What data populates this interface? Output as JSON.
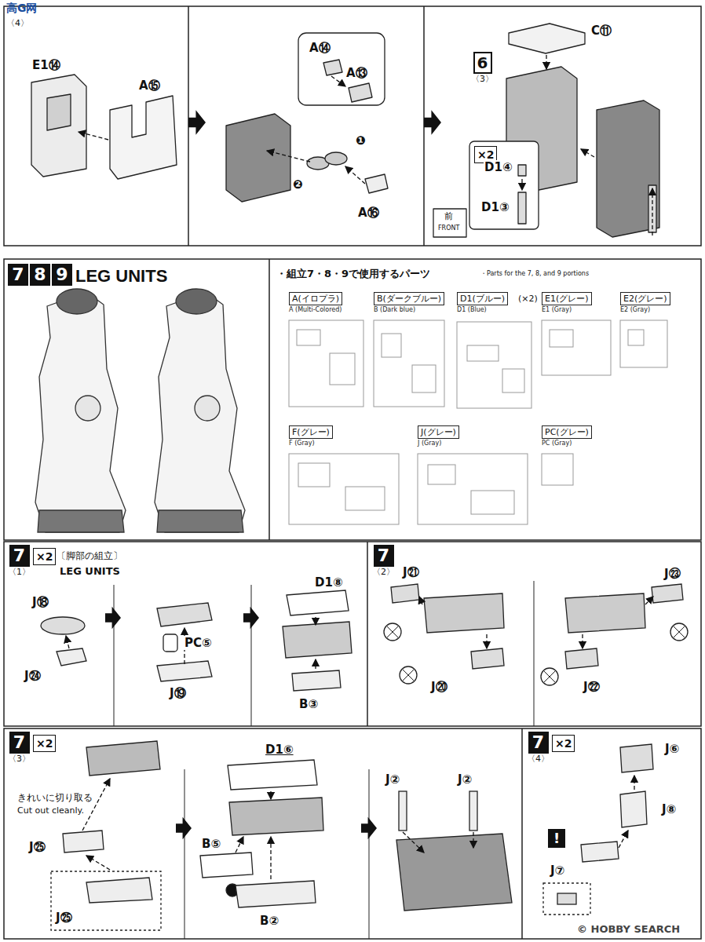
{
  "diagram": {
    "nodes": [
      {
        "text": [
          "6",
          "〈3〉"
        ]
      },
      {
        "text": [
          "×2"
        ]
      },
      {
        "text": [
          "7"
        ]
      },
      {
        "text": [
          "8"
        ]
      },
      {
        "text": [
          "9"
        ]
      },
      {
        "text": [
          "A(イロプラ)",
          "A (Multi-Colored)"
        ]
      },
      {
        "text": [
          "B(ダークブルー)",
          "B (Dark blue)"
        ]
      },
      {
        "text": [
          "D1(ブルー)",
          "D1 (Blue)"
        ]
      },
      {
        "text": [
          "E1(グレー)",
          "E1 (Gray)"
        ]
      },
      {
        "text": [
          "E2(グレー)",
          "E2 (Gray)"
        ]
      },
      {
        "text": [
          "F(グレー)",
          "F (Gray)"
        ]
      },
      {
        "text": [
          "J(グレー)",
          "J (Gray)"
        ]
      },
      {
        "text": [
          "PC(グレー)",
          "PC (Gray)"
        ]
      },
      {
        "text": [
          "7",
          "〈1〉"
        ]
      },
      {
        "text": [
          "×2"
        ]
      },
      {
        "text": [
          "7",
          "〈2〉"
        ]
      },
      {
        "text": [
          "7",
          "〈3〉"
        ]
      },
      {
        "text": [
          "×2"
        ]
      },
      {
        "text": [
          "7",
          "〈4〉"
        ]
      },
      {
        "text": [
          "×2"
        ]
      },
      {
        "text": [
          "!"
        ]
      }
    ],
    "labels": [
      "高G网",
      "〈4〉",
      "E1⑭",
      "A⑮",
      "A⑭",
      "A⑬",
      "❶",
      "❷",
      "A⑯",
      "C⑪",
      "D1④",
      "D1③",
      "前",
      "FRONT",
      "LEG UNITS",
      "・組立7・8・9で使用するパーツ",
      "・Parts for the 7, 8, and 9 portions",
      "(×2)",
      "〔脚部の組立〕",
      "LEG UNITS",
      "J⑱",
      "J㉔",
      "PC⑤",
      "J⑲",
      "D1⑧",
      "B③",
      "J㉑",
      "J⑳",
      "J㉓",
      "J㉒",
      "きれいに切り取る",
      "Cut out cleanly.",
      "J㉕",
      "J㉕",
      "D1⑥",
      "B⑤",
      "B②",
      "J②",
      "J②",
      "J⑥",
      "J⑧",
      "J⑦",
      "© HOBBY SEARCH"
    ]
  }
}
